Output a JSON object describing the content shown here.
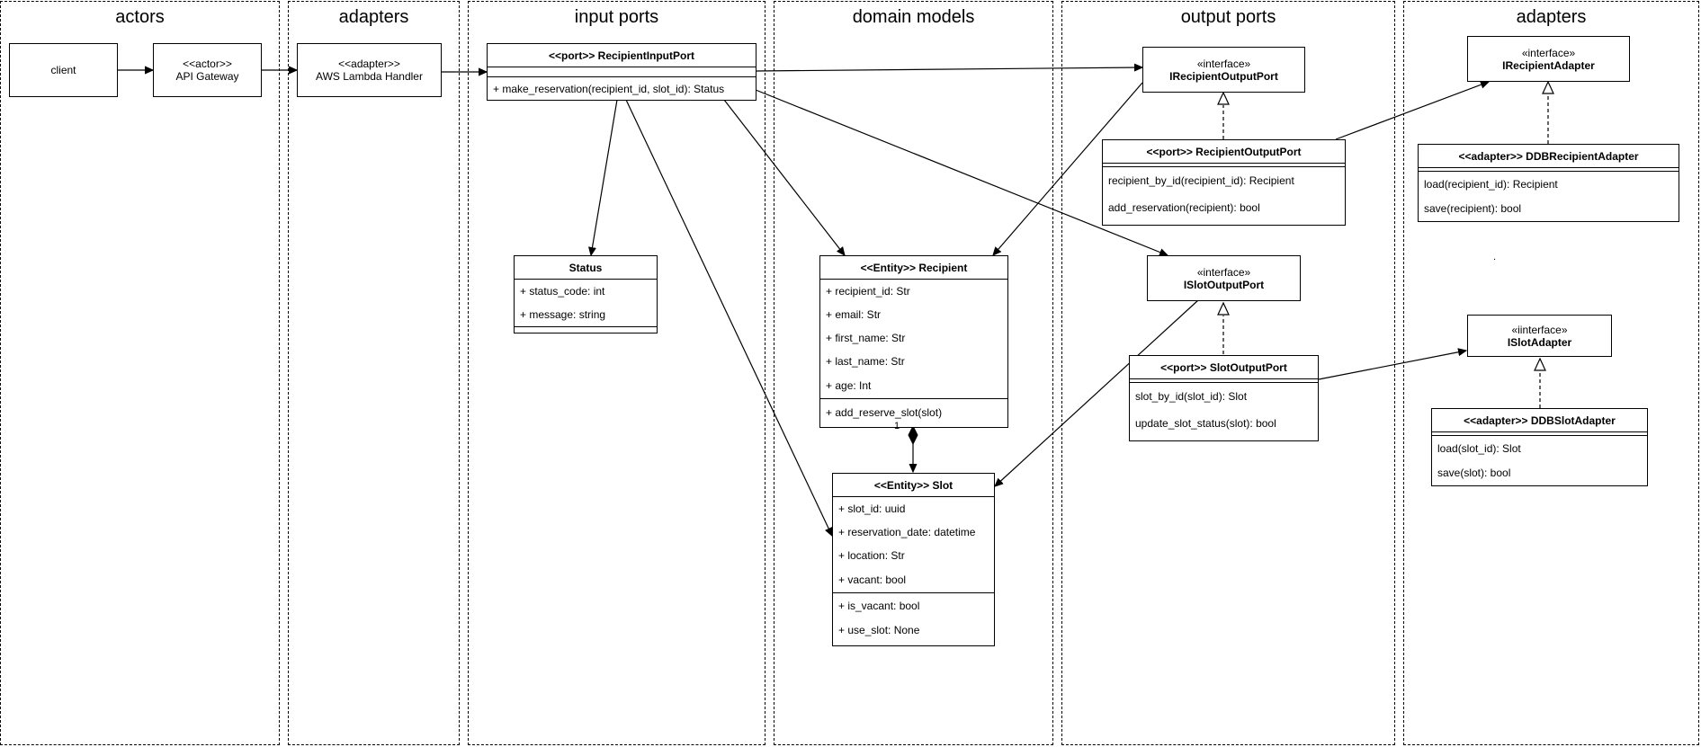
{
  "lanes": [
    "actors",
    "adapters",
    "input ports",
    "domain models",
    "output ports",
    "adapters"
  ],
  "boxes": {
    "client": "client",
    "api_gateway": {
      "stereotype": "<<actor>>",
      "name": "API Gateway"
    },
    "lambda": {
      "stereotype": "<<adapter>>",
      "name": "AWS Lambda Handler"
    },
    "i_recipient_output_port": {
      "stereotype": "«interface»",
      "name": "IRecipientOutputPort"
    },
    "i_slot_output_port": {
      "stereotype": "«interface»",
      "name": "ISlotOutputPort"
    },
    "i_recipient_adapter": {
      "stereotype": "«interface»",
      "name": "IRecipientAdapter"
    },
    "i_slot_adapter": {
      "stereotype": "«iinterface»",
      "name": "ISlotAdapter"
    }
  },
  "classes": {
    "recipient_input_port": {
      "title": "<<port>> RecipientInputPort",
      "methods": [
        "+ make_reservation(recipient_id, slot_id): Status"
      ]
    },
    "status": {
      "title": "Status",
      "attributes": [
        "+ status_code: int",
        "+ message: string"
      ]
    },
    "recipient": {
      "title": "<<Entity>> Recipient",
      "attributes": [
        "+ recipient_id: Str",
        "+ email: Str",
        "+ first_name: Str",
        "+ last_name: Str",
        "+ age: Int"
      ],
      "methods": [
        "+ add_reserve_slot(slot)"
      ]
    },
    "slot": {
      "title": "<<Entity>> Slot",
      "attributes": [
        "+ slot_id: uuid",
        "+ reservation_date: datetime",
        "+ location: Str",
        "+ vacant: bool"
      ],
      "methods": [
        "+ is_vacant: bool",
        "+ use_slot: None"
      ]
    },
    "recipient_output_port": {
      "title": "<<port>> RecipientOutputPort",
      "methods": [
        "recipient_by_id(recipient_id): Recipient",
        "add_reservation(recipient): bool"
      ]
    },
    "slot_output_port": {
      "title": "<<port>> SlotOutputPort",
      "methods": [
        "slot_by_id(slot_id): Slot",
        "update_slot_status(slot): bool"
      ]
    },
    "ddb_recipient_adapter": {
      "title": "<<adapter>> DDBRecipientAdapter",
      "methods": [
        "load(recipient_id): Recipient",
        "save(recipient): bool"
      ]
    },
    "ddb_slot_adapter": {
      "title": "<<adapter>> DDBSlotAdapter",
      "methods": [
        "load(slot_id): Slot",
        "save(slot): bool"
      ]
    }
  },
  "labels": {
    "multiplicity_one": "1",
    "stray_dot": "."
  }
}
